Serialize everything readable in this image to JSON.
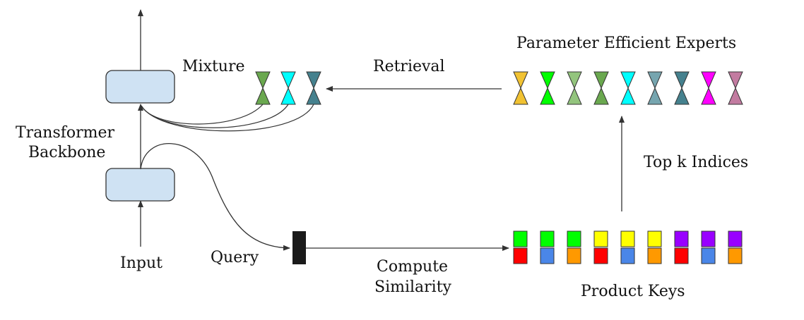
{
  "labels": {
    "mixture": "Mixture",
    "retrieval": "Retrieval",
    "experts_title": "Parameter Efficient Experts",
    "backbone_line1": "Transformer",
    "backbone_line2": "Backbone",
    "top_k": "Top k Indices",
    "input": "Input",
    "query": "Query",
    "compute_line1": "Compute",
    "compute_line2": "Similarity",
    "product_keys": "Product Keys"
  },
  "colors": {
    "block_fill": "#cfe2f3",
    "block_stroke": "#333333",
    "line": "#333333",
    "query_fill": "#1a1a1a"
  },
  "mixture_experts": [
    {
      "color": "#6aa84f"
    },
    {
      "color": "#00ffff"
    },
    {
      "color": "#45818e"
    }
  ],
  "experts": [
    {
      "color": "#f1c232"
    },
    {
      "color": "#00ff00"
    },
    {
      "color": "#93c47d"
    },
    {
      "color": "#6aa84f"
    },
    {
      "color": "#00ffff"
    },
    {
      "color": "#76a5af"
    },
    {
      "color": "#45818e"
    },
    {
      "color": "#ff00ff"
    },
    {
      "color": "#c27ba0"
    }
  ],
  "product_keys": [
    {
      "top": "#00ff00",
      "bottom": "#ff0000"
    },
    {
      "top": "#00ff00",
      "bottom": "#4a86e8"
    },
    {
      "top": "#00ff00",
      "bottom": "#ff9900"
    },
    {
      "top": "#ffff00",
      "bottom": "#ff0000"
    },
    {
      "top": "#ffff00",
      "bottom": "#4a86e8"
    },
    {
      "top": "#ffff00",
      "bottom": "#ff9900"
    },
    {
      "top": "#9900ff",
      "bottom": "#ff0000"
    },
    {
      "top": "#9900ff",
      "bottom": "#4a86e8"
    },
    {
      "top": "#9900ff",
      "bottom": "#ff9900"
    }
  ]
}
